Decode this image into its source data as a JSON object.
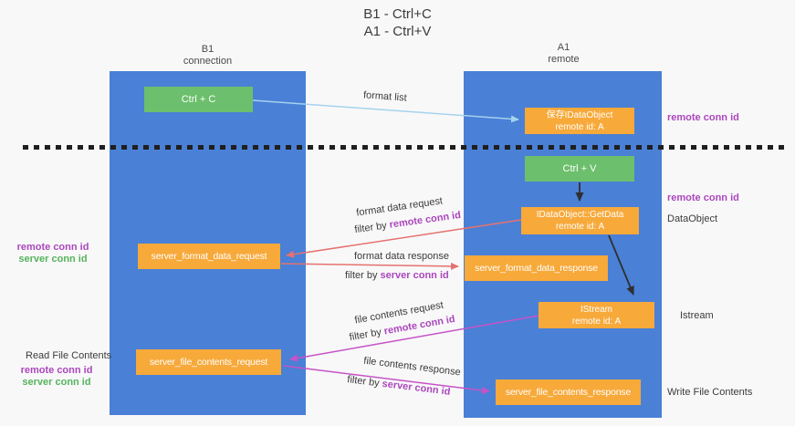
{
  "title": {
    "line1": "B1 - Ctrl+C",
    "line2": "A1 - Ctrl+V"
  },
  "lanes": {
    "left": {
      "name": "B1",
      "role": "connection"
    },
    "right": {
      "name": "A1",
      "role": "remote"
    }
  },
  "nodes": {
    "ctrl_c": {
      "label": "Ctrl + C"
    },
    "ctrl_v": {
      "label": "Ctrl + V"
    },
    "save_dataobject": {
      "line1": "保存IDataObject",
      "line2": "remote id: A"
    },
    "getdata": {
      "line1": "IDataObject::GetData",
      "line2": "remote id: A"
    },
    "istream": {
      "line1": "IStream",
      "line2": "remote id: A"
    },
    "format_request": {
      "label": "server_format_data_request"
    },
    "format_response": {
      "label": "server_format_data_response"
    },
    "file_request": {
      "label": "server_file_contents_request"
    },
    "file_response": {
      "label": "server_file_contents_response"
    }
  },
  "edge_labels": {
    "format_list": "format list",
    "format_data_request": "format data request",
    "format_data_response": "format data response",
    "file_contents_request": "file contents request",
    "file_contents_response": "file contents response",
    "filter_by": "filter by",
    "remote_conn_id": "remote conn id",
    "server_conn_id": "server conn id"
  },
  "annotations": {
    "right_top_conn": "remote conn id",
    "right_mid_conn": "remote conn id",
    "dataobject": "DataObject",
    "istream": "Istream",
    "write_file_contents": "Write File Contents",
    "read_file_contents": "Read File Contents",
    "left_remote_conn": "remote conn id",
    "left_server_conn": "server conn id",
    "bottom_remote_conn": "remote conn id",
    "bottom_server_conn": "server conn id"
  },
  "colors": {
    "lane_blue": "#4a80d6",
    "node_green": "#6cbf6c",
    "node_orange": "#f7a93a",
    "conn_purple": "#ab47bc",
    "conn_green": "#55b35c",
    "arrow_red": "#e5726f",
    "arrow_magenta": "#c653c6",
    "arrow_blue": "#a6d2ee",
    "arrow_black": "#2f2f2f"
  }
}
